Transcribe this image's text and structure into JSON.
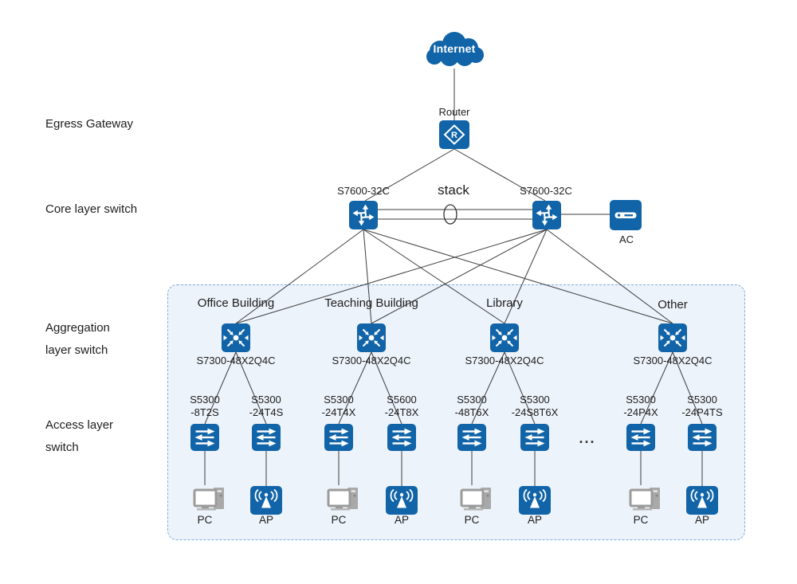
{
  "colors": {
    "primary_blue": "#1164A8",
    "pc_gray": "#a0a0a0",
    "region_fill": "#edf3fa",
    "region_border": "#7cafdb",
    "line": "#3d3d3d"
  },
  "row_labels": {
    "egress": "Egress Gateway",
    "core": "Core layer switch",
    "aggregation_line1": "Aggregation",
    "aggregation_line2": "layer switch",
    "access_line1": "Access layer",
    "access_line2": "switch"
  },
  "internet": {
    "label": "Internet"
  },
  "router": {
    "label": "Router"
  },
  "core_layer": {
    "left_model": "S7600-32C",
    "right_model": "S7600-32C",
    "stack_label": "stack",
    "ac_label": "AC"
  },
  "aggregation_layer": {
    "groups": [
      {
        "building": "Office Building",
        "model": "S7300-48X2Q4C"
      },
      {
        "building": "Teaching Building",
        "model": "S7300-48X2Q4C"
      },
      {
        "building": "Library",
        "model": "S7300-48X2Q4C"
      },
      {
        "building": "Other",
        "model": "S7300-48X2Q4C"
      }
    ]
  },
  "access_layer": {
    "ellipsis": "...",
    "switches": [
      {
        "model_line1": "S5300",
        "model_line2": "-8T2S",
        "device": "PC"
      },
      {
        "model_line1": "S5300",
        "model_line2": "-24T4S",
        "device": "AP"
      },
      {
        "model_line1": "S5300",
        "model_line2": "-24T4X",
        "device": "PC"
      },
      {
        "model_line1": "S5600",
        "model_line2": "-24T8X",
        "device": "AP"
      },
      {
        "model_line1": "S5300",
        "model_line2": "-48T6X",
        "device": "PC"
      },
      {
        "model_line1": "S5300",
        "model_line2": "-24S8T6X",
        "device": "AP"
      },
      {
        "model_line1": "S5300",
        "model_line2": "-24P4X",
        "device": "PC"
      },
      {
        "model_line1": "S5300",
        "model_line2": "-24P4TS",
        "device": "AP"
      }
    ]
  }
}
